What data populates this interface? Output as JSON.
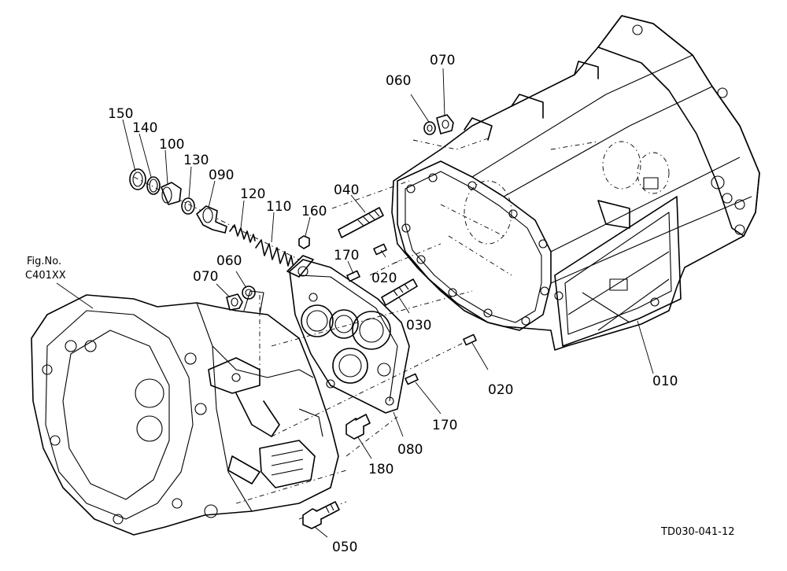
{
  "figure_ref": {
    "line1": "Fig.No.",
    "line2": "C401XX"
  },
  "drawing_code": "TD030-041-12",
  "callouts": [
    {
      "id": "150",
      "text": "150"
    },
    {
      "id": "140",
      "text": "140"
    },
    {
      "id": "100",
      "text": "100"
    },
    {
      "id": "130",
      "text": "130"
    },
    {
      "id": "090",
      "text": "090"
    },
    {
      "id": "120",
      "text": "120"
    },
    {
      "id": "110",
      "text": "110"
    },
    {
      "id": "160",
      "text": "160"
    },
    {
      "id": "040",
      "text": "040"
    },
    {
      "id": "170a",
      "text": "170"
    },
    {
      "id": "020a",
      "text": "020"
    },
    {
      "id": "060a",
      "text": "060"
    },
    {
      "id": "070a",
      "text": "070"
    },
    {
      "id": "030",
      "text": "030"
    },
    {
      "id": "060b",
      "text": "060"
    },
    {
      "id": "070b",
      "text": "070"
    },
    {
      "id": "020b",
      "text": "020"
    },
    {
      "id": "010",
      "text": "010"
    },
    {
      "id": "170b",
      "text": "170"
    },
    {
      "id": "080",
      "text": "080"
    },
    {
      "id": "180",
      "text": "180"
    },
    {
      "id": "050",
      "text": "050"
    }
  ]
}
